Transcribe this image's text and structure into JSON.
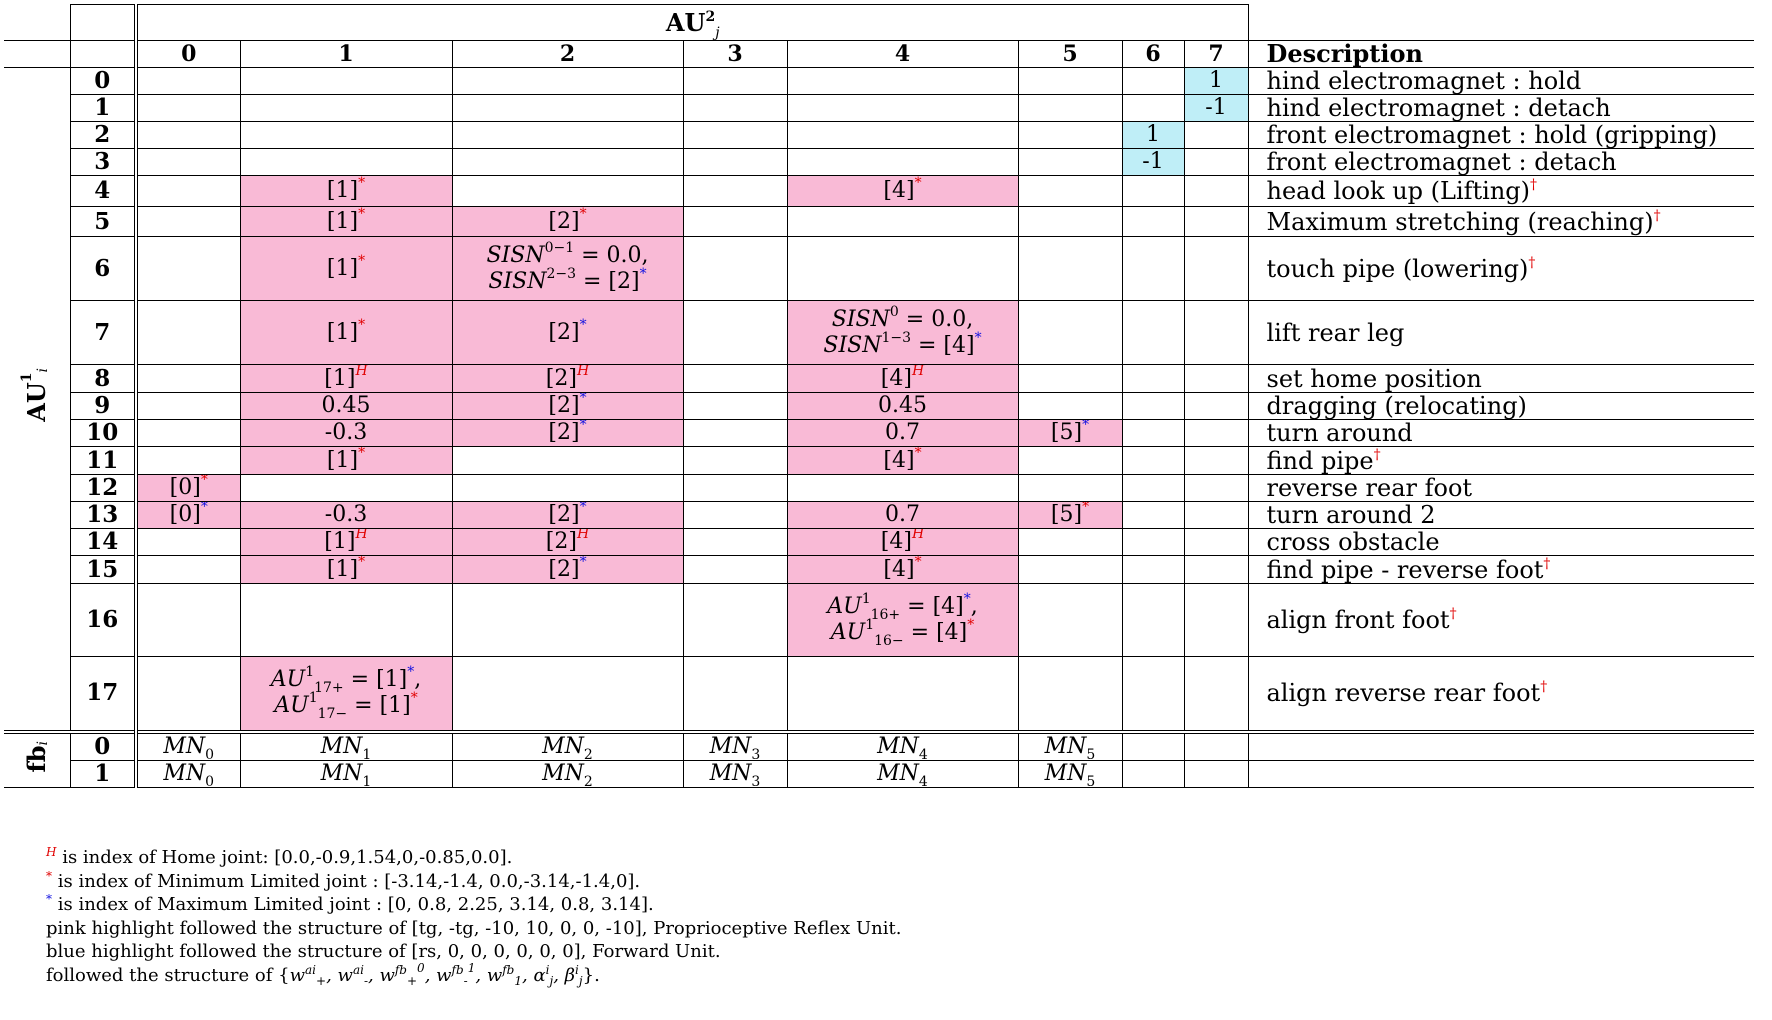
{
  "table": {
    "top_header": "AU",
    "top_header_sup": "2",
    "top_header_sub": "j",
    "left_header": "AU",
    "left_header_sup": "1",
    "left_header_sub": "i",
    "fb_label": "fb",
    "fb_sub": "i",
    "columns": [
      "0",
      "1",
      "2",
      "3",
      "4",
      "5",
      "6",
      "7"
    ],
    "description_header": "Description",
    "rows": [
      {
        "index": "0",
        "description": "hind electromagnet : hold",
        "c7": "1"
      },
      {
        "index": "1",
        "description": "hind electromagnet : detach",
        "c7": "-1"
      },
      {
        "index": "2",
        "description": "front electromagnet : hold (gripping)",
        "c6": "1"
      },
      {
        "index": "3",
        "description": "front electromagnet : detach",
        "c6": "-1"
      },
      {
        "index": "4",
        "description": "head look up (Lifting)",
        "c1": "[1]",
        "c4": "[4]"
      },
      {
        "index": "5",
        "description": "Maximum stretching (reaching)",
        "c1": "[1]",
        "c2": "[2]"
      },
      {
        "index": "6",
        "description": "touch pipe (lowering)",
        "c1": "[1]",
        "c2a": "SISN",
        "c2a_sup": "0−1",
        "c2a_rest": " = 0.0,",
        "c2b": "SISN",
        "c2b_sup": "2−3",
        "c2b_rest": " = [2]"
      },
      {
        "index": "7",
        "description": "lift rear leg",
        "c1": "[1]",
        "c2": "[2]",
        "c4a": "SISN",
        "c4a_sup": "0",
        "c4a_rest": " = 0.0,",
        "c4b": "SISN",
        "c4b_sup": "1−3",
        "c4b_rest": " = [4]"
      },
      {
        "index": "8",
        "description": "set home position",
        "c1": "[1]",
        "c2": "[2]",
        "c4": "[4]"
      },
      {
        "index": "9",
        "description": "dragging (relocating)",
        "c1": "0.45",
        "c2": "[2]",
        "c4": "0.45"
      },
      {
        "index": "10",
        "description": "turn around",
        "c1": "-0.3",
        "c2": "[2]",
        "c4": "0.7",
        "c5": "[5]"
      },
      {
        "index": "11",
        "description": "find pipe",
        "c1": "[1]",
        "c4": "[4]"
      },
      {
        "index": "12",
        "description": "reverse rear foot",
        "c0": "[0]"
      },
      {
        "index": "13",
        "description": "turn around 2",
        "c0": "[0]",
        "c1": "-0.3",
        "c2": "[2]",
        "c4": "0.7",
        "c5": "[5]"
      },
      {
        "index": "14",
        "description": "cross obstacle",
        "c1": "[1]",
        "c2": "[2]",
        "c4": "[4]"
      },
      {
        "index": "15",
        "description": "find pipe - reverse foot",
        "c1": "[1]",
        "c2": "[2]",
        "c4": "[4]"
      },
      {
        "index": "16",
        "description": "align front foot",
        "c4a": "AU",
        "c4a_sup": "1",
        "c4a_sub": "16+",
        "c4a_rest": " = [4]",
        "c4a_end": ",",
        "c4b": "AU",
        "c4b_sup": "1",
        "c4b_sub": "16−",
        "c4b_rest": " = [4]"
      },
      {
        "index": "17",
        "description": "align reverse rear foot",
        "c1a": "AU",
        "c1a_sup": "1",
        "c1a_sub": "17+",
        "c1a_rest": " = [1]",
        "c1a_end": ",",
        "c1b": "AU",
        "c1b_sup": "1",
        "c1b_sub": "17−",
        "c1b_rest": " = [1]"
      }
    ],
    "fb_rows": [
      {
        "index": "0",
        "cells": [
          "MN",
          "MN",
          "MN",
          "MN",
          "MN",
          "MN"
        ],
        "subs": [
          "0",
          "1",
          "2",
          "3",
          "4",
          "5"
        ]
      },
      {
        "index": "1",
        "cells": [
          "MN",
          "MN",
          "MN",
          "MN",
          "MN",
          "MN"
        ],
        "subs": [
          "0",
          "1",
          "2",
          "3",
          "4",
          "5"
        ]
      }
    ],
    "marks": {
      "star": "*",
      "home": "H",
      "dagger": "†"
    }
  },
  "notes": {
    "home": "is index of Home joint: [0.0,-0.9,1.54,0,-0.85,0.0].",
    "min": "is index of Minimum Limited joint : [-3.14,-1.4, 0.0,-3.14,-1.4,0].",
    "max": "is index of Maximum Limited joint : [0, 0.8, 2.25, 3.14, 0.8, 3.14].",
    "pink": "pink highlight followed the structure of [tg, -tg, -10, 10, 0, 0, -10], Proprioceptive Reflex Unit.",
    "blue": "blue highlight followed the structure of [rs, 0, 0, 0, 0, 0, 0], Forward Unit.",
    "weights_prefix": "followed the structure of {",
    "weights_suffix": "}."
  },
  "colors": {
    "pink": "#f9bad6",
    "blue": "#bfeef7",
    "red": "#e00000",
    "blue_text": "#1010e0"
  }
}
